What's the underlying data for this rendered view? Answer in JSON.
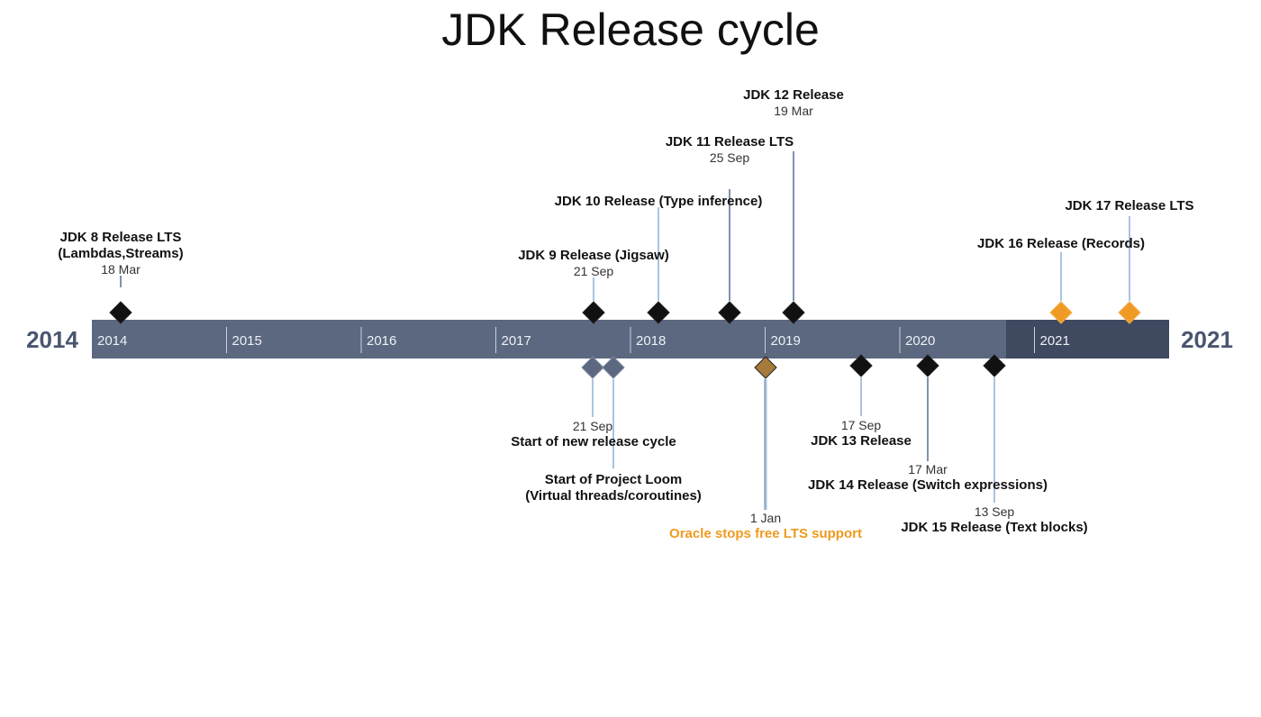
{
  "title": "JDK Release cycle",
  "timeline": {
    "start_label": "2014",
    "end_label": "2021",
    "years": [
      "2014",
      "2015",
      "2016",
      "2017",
      "2018",
      "2019",
      "2020",
      "2021"
    ],
    "colors": {
      "bar": "#5b6880",
      "bar_dark": "#3f4a60",
      "marker_black": "#111111",
      "marker_gray": "#5b6880",
      "marker_orange": "#f09a26",
      "marker_brown": "#a67a3a",
      "connector": "#a9c4e0",
      "orange_text": "#ee9a1e"
    }
  },
  "events": [
    {
      "id": "jdk8",
      "side": "above",
      "marker": "black",
      "lines": [
        "JDK 8 Release LTS",
        "(Lambdas,Streams)"
      ],
      "date": "18 Mar"
    },
    {
      "id": "jdk9",
      "side": "above",
      "marker": "black",
      "lines": [
        "JDK 9 Release (Jigsaw)"
      ],
      "date": "21 Sep"
    },
    {
      "id": "jdk10",
      "side": "above",
      "marker": "black",
      "lines": [
        "JDK 10 Release (Type inference)"
      ],
      "date": ""
    },
    {
      "id": "jdk11",
      "side": "above",
      "marker": "black",
      "lines": [
        "JDK 11 Release LTS"
      ],
      "date": "25 Sep"
    },
    {
      "id": "jdk12",
      "side": "above",
      "marker": "black",
      "lines": [
        "JDK 12 Release"
      ],
      "date": "19 Mar"
    },
    {
      "id": "jdk16",
      "side": "above",
      "marker": "orange",
      "lines": [
        "JDK 16 Release (Records)"
      ],
      "date": ""
    },
    {
      "id": "jdk17",
      "side": "above",
      "marker": "orange",
      "lines": [
        "JDK 17 Release LTS"
      ],
      "date": ""
    },
    {
      "id": "cycle",
      "side": "below",
      "marker": "gray",
      "lines": [
        "Start of new release cycle"
      ],
      "date": "21 Sep"
    },
    {
      "id": "loom",
      "side": "below",
      "marker": "gray",
      "lines": [
        "Start of Project Loom",
        "(Virtual threads/coroutines)"
      ],
      "date": ""
    },
    {
      "id": "oracle",
      "side": "below",
      "marker": "brown",
      "lines": [
        "Oracle stops free LTS support"
      ],
      "date": "1 Jan",
      "text_color": "orange"
    },
    {
      "id": "jdk13",
      "side": "below",
      "marker": "black",
      "lines": [
        "JDK 13 Release"
      ],
      "date": "17 Sep"
    },
    {
      "id": "jdk14",
      "side": "below",
      "marker": "black",
      "lines": [
        "JDK 14 Release (Switch expressions)"
      ],
      "date": "17 Mar"
    },
    {
      "id": "jdk15",
      "side": "below",
      "marker": "black",
      "lines": [
        "JDK 15 Release (Text blocks)"
      ],
      "date": "13 Sep"
    }
  ]
}
